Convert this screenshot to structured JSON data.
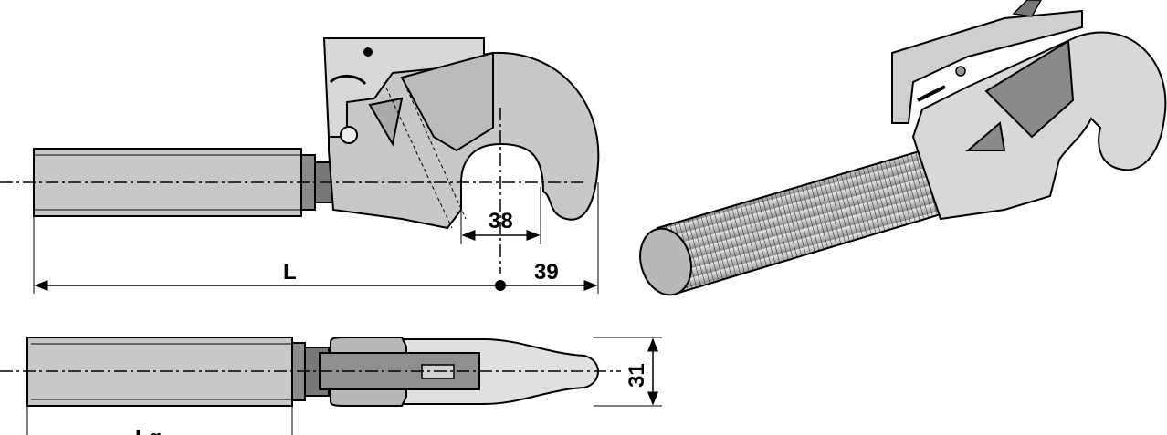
{
  "dimensions": {
    "slot_width": "38",
    "length": "L",
    "hook_offset": "39",
    "width": "31",
    "thread_length": "Lg"
  },
  "colors": {
    "body": "#c8c8c8",
    "light": "#e0e0e0",
    "dark": "#8a8a8a",
    "line": "#000000"
  }
}
